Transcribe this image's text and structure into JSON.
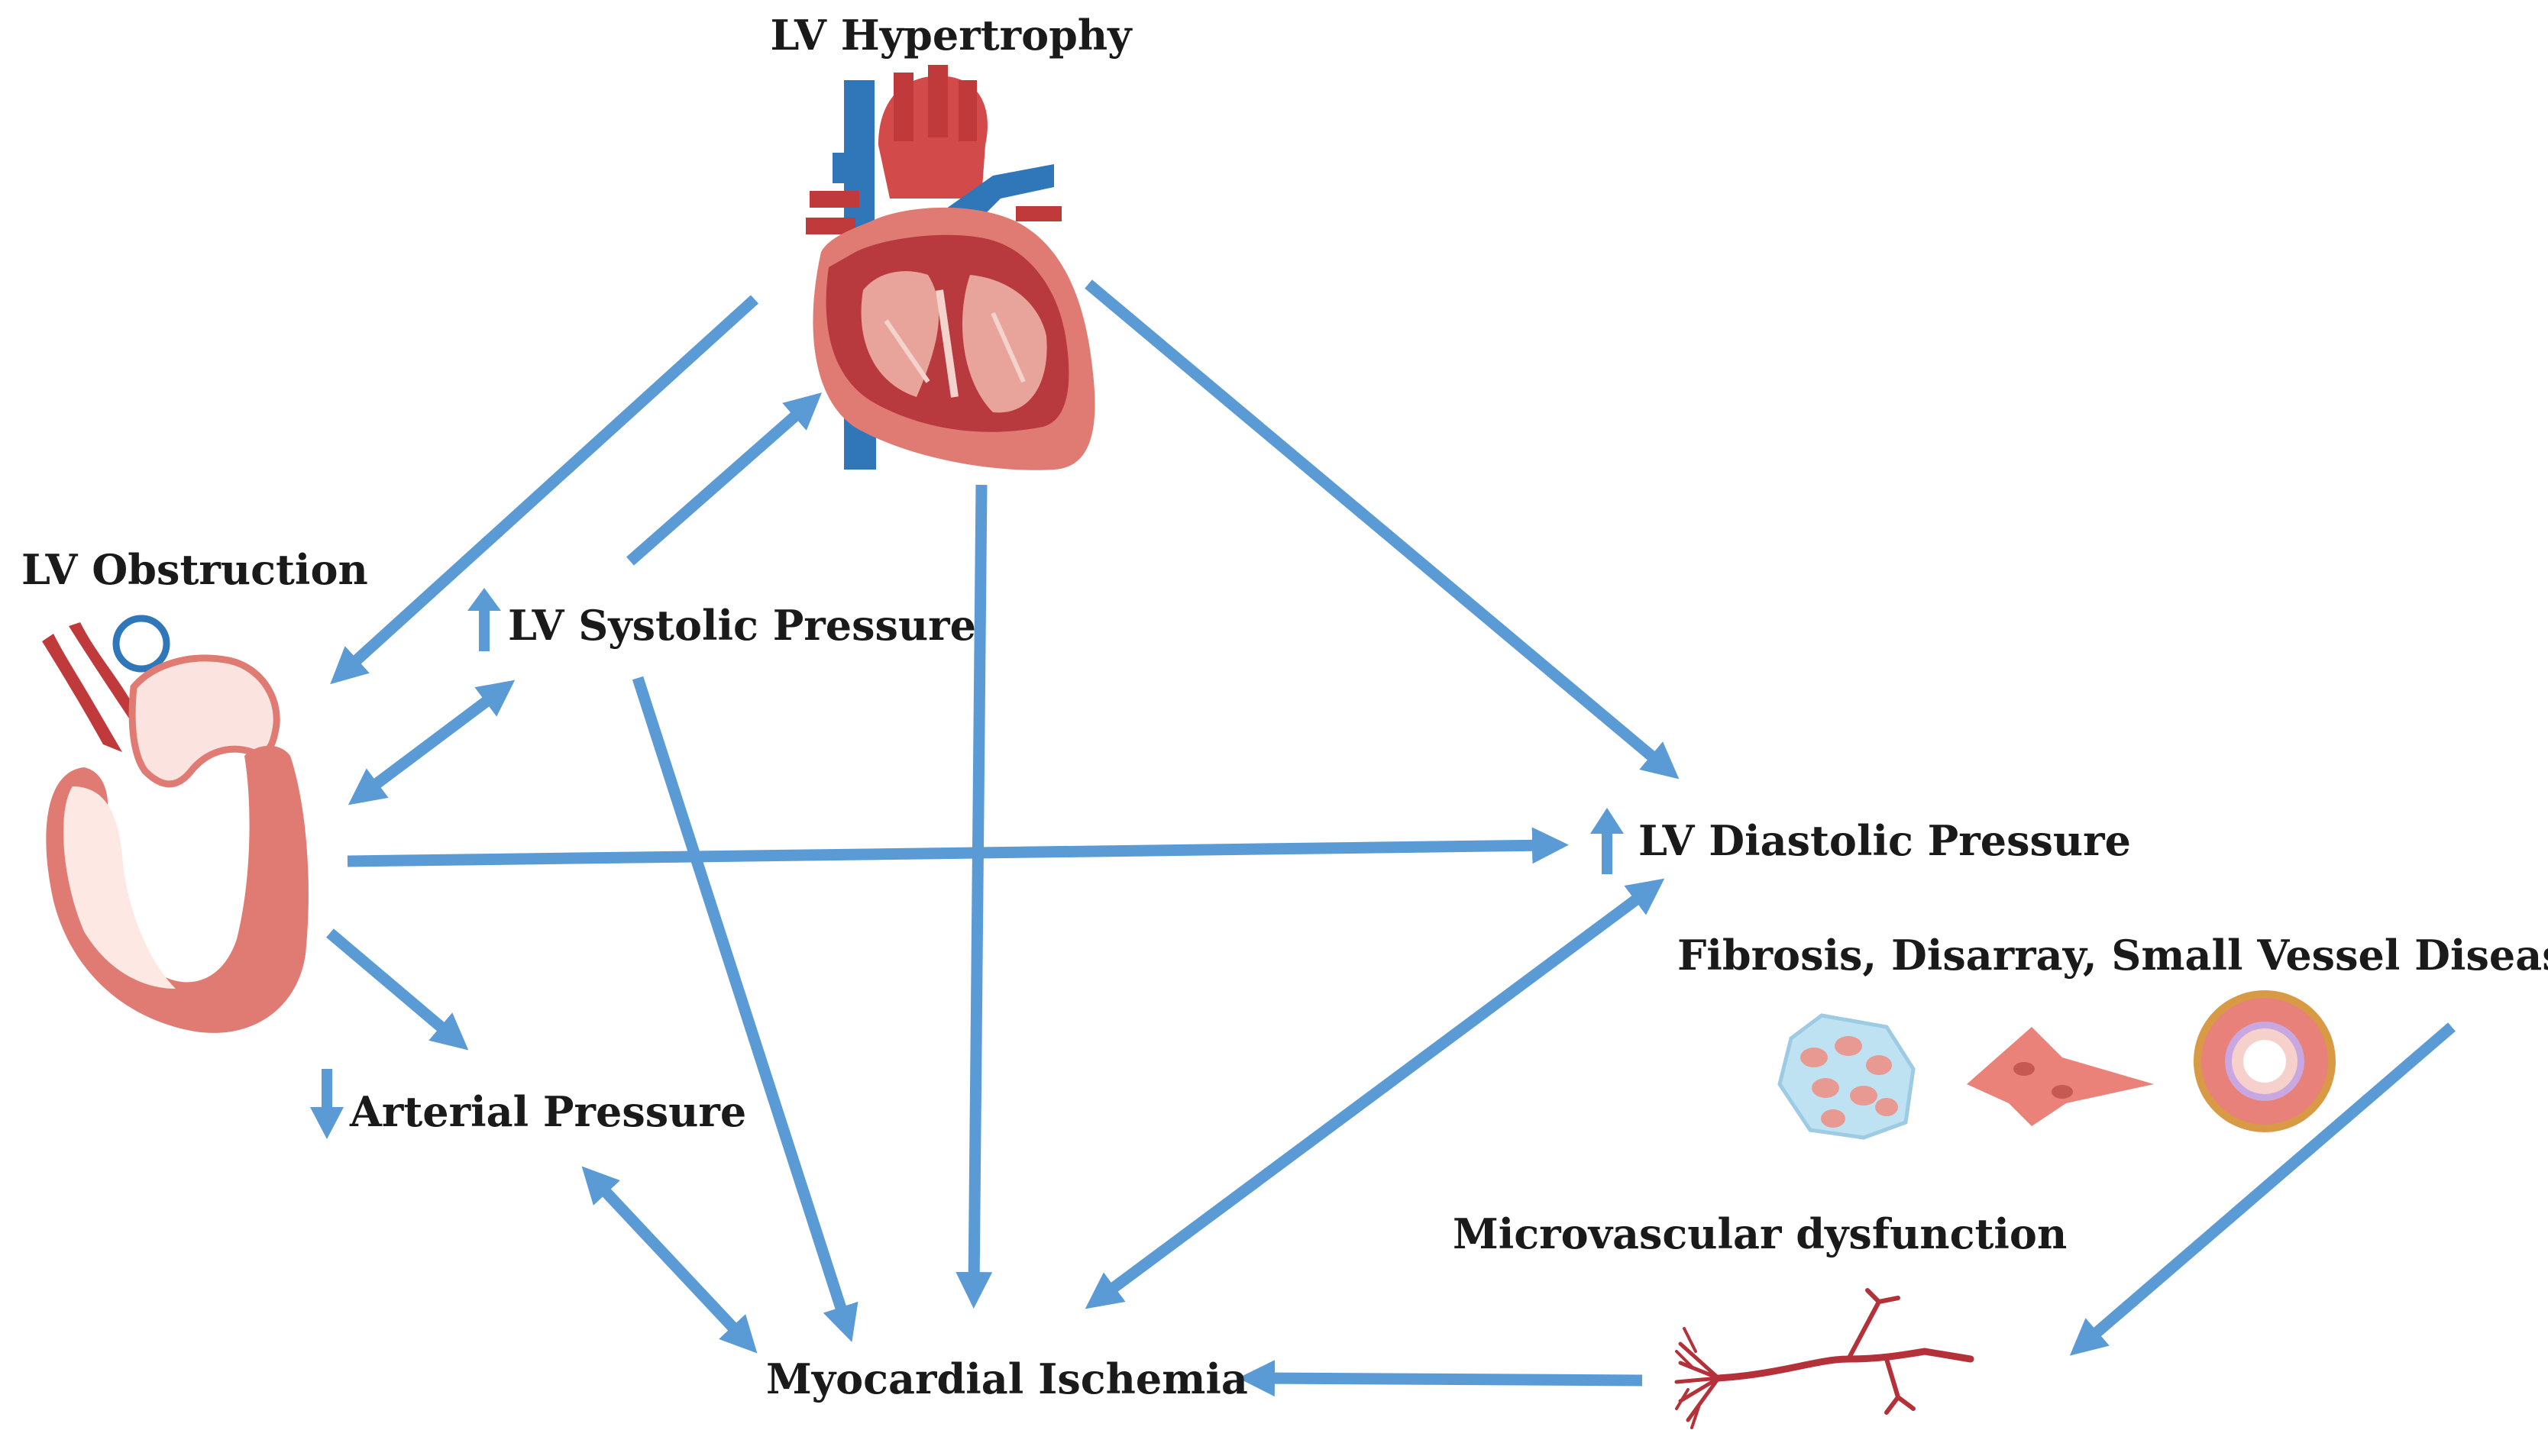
{
  "nodes": {
    "lv_hypertrophy": "LV Hypertrophy",
    "lv_obstruction": "LV Obstruction",
    "lv_systolic": "LV Systolic Pressure",
    "arterial": "Arterial Pressure",
    "lv_diastolic": "LV Diastolic Pressure",
    "fibrosis": "Fibrosis, Disarray, Small Vessel Disease",
    "microvascular": "Microvascular dysfunction",
    "ischemia": "Myocardial Ischemia"
  },
  "indicators": {
    "lv_systolic": "up",
    "arterial": "down",
    "lv_diastolic": "up"
  },
  "icons": {
    "heart": "heart-anatomy-icon",
    "obstruction": "lv-obstruction-heart-icon",
    "tissue": "fibrosis-tissue-icon",
    "cell": "disarray-cell-icon",
    "vessel": "small-vessel-cross-section-icon",
    "microvessel": "microvasculature-icon"
  },
  "colors": {
    "arrow": "#5b9bd5",
    "heart_red": "#c0393b",
    "vessel_blue": "#2f77b8",
    "tissue_pink": "#e8857e"
  }
}
